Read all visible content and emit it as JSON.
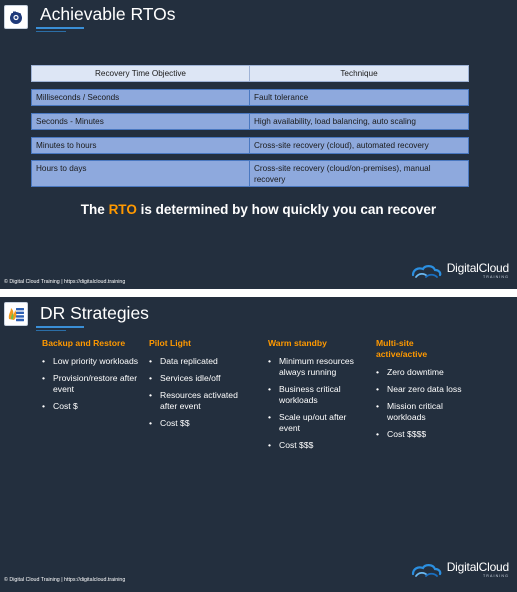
{
  "slide1": {
    "title": "Achievable RTOs",
    "table": {
      "headers": [
        "Recovery Time Objective",
        "Technique"
      ],
      "rows": [
        [
          "Milliseconds / Seconds",
          "Fault tolerance"
        ],
        [
          "Seconds - Minutes",
          "High availability, load balancing, auto scaling"
        ],
        [
          "Minutes to hours",
          "Cross-site recovery (cloud), automated recovery"
        ],
        [
          "Hours to days",
          "Cross-site recovery (cloud/on-premises), manual recovery"
        ]
      ]
    },
    "statement": {
      "pre": "The ",
      "highlight": "RTO",
      "post": " is determined by how quickly you can recover"
    },
    "footer": "© Digital Cloud Training  |  https://digitalcloud.training",
    "logo": {
      "word": "DigitalCloud",
      "sub": "TRAINING"
    }
  },
  "slide2": {
    "title": "DR Strategies",
    "columns": [
      {
        "heading": "Backup and Restore",
        "items": [
          "Low priority workloads",
          "Provision/restore after event",
          "Cost $"
        ]
      },
      {
        "heading": "Pilot Light",
        "items": [
          "Data replicated",
          "Services idle/off",
          "Resources activated after event",
          "Cost $$"
        ]
      },
      {
        "heading": "Warm standby",
        "items": [
          "Minimum resources always running",
          "Business critical workloads",
          "Scale up/out after event",
          "Cost $$$"
        ]
      },
      {
        "heading": "Multi-site active/active",
        "items": [
          "Zero downtime",
          "Near zero data loss",
          "Mission critical workloads",
          "Cost $$$$"
        ]
      }
    ],
    "footer": "© Digital Cloud Training  |  https://digitalcloud.training",
    "logo": {
      "word": "DigitalCloud",
      "sub": "TRAINING"
    }
  },
  "colors": {
    "slide_bg": "#232f3e",
    "accent": "#ff9900",
    "row_fill": "#8ea9dd",
    "header_fill": "#dde6f5"
  },
  "icons": {
    "slide1": "camera-icon",
    "slide2": "database-flame-icon",
    "logo": "cloud-logo-icon"
  }
}
